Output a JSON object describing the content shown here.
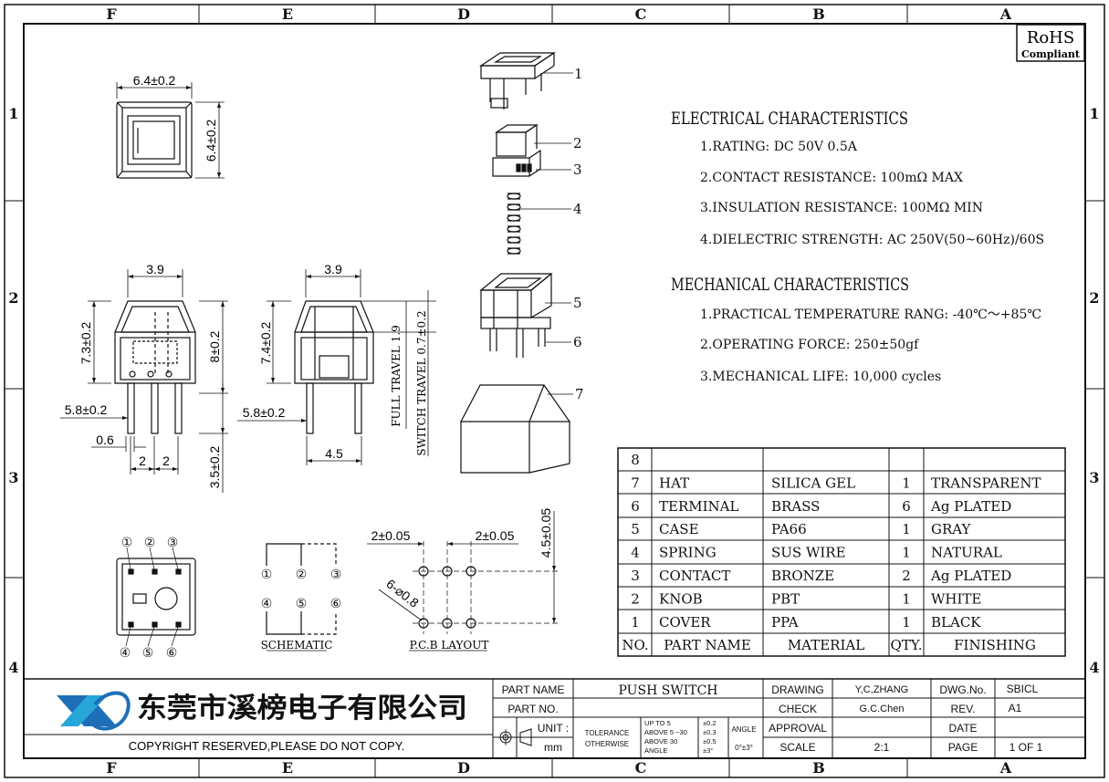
{
  "border": {
    "columns": [
      "F",
      "E",
      "D",
      "C",
      "B",
      "A"
    ],
    "rows": [
      "1",
      "2",
      "3",
      "4"
    ]
  },
  "rohs": {
    "title": "RoHS",
    "subtitle": "Compliant"
  },
  "dims": {
    "top_w": "6.4±0.2",
    "top_h": "6.4±0.2",
    "front_w": "3.9",
    "front_h_left": "7.3±0.2",
    "front_h_right": "8±0.2",
    "front_pin_w": "5.8±0.2",
    "front_pin_gap": "0.6",
    "pitch_a": "2",
    "pitch_b": "2",
    "front_pin_len": "3.5±0.2",
    "side_w": "3.9",
    "side_h": "7.4±0.2",
    "side_pin_w": "5.8±0.2",
    "side_base": "4.5",
    "full_travel": "FULL TRAVEL 1.9",
    "switch_travel": "SWITCH TRAVEL 0.7±0.2"
  },
  "explode_labels": [
    "1",
    "2",
    "3",
    "4",
    "5",
    "6",
    "7"
  ],
  "bottom_pins": [
    "①",
    "②",
    "③",
    "④",
    "⑤",
    "⑥"
  ],
  "schematic": {
    "title": "SCHEMATIC",
    "pins": [
      "①",
      "②",
      "③",
      "④",
      "⑤",
      "⑥"
    ]
  },
  "pcb": {
    "title": "P.C.B LAYOUT",
    "pitch_left": "2±0.05",
    "pitch_right": "2±0.05",
    "height": "4.5±0.05",
    "hole": "6-⌀0.8"
  },
  "electrical": {
    "heading": "ELECTRICAL CHARACTERISTICS",
    "items": [
      "1.RATING: DC 50V 0.5A",
      "2.CONTACT RESISTANCE: 100mΩ MAX",
      "3.INSULATION RESISTANCE: 100MΩ MIN",
      "4.DIELECTRIC STRENGTH: AC 250V(50~60Hz)/60S"
    ]
  },
  "mechanical": {
    "heading": "MECHANICAL CHARACTERISTICS",
    "items": [
      "1.PRACTICAL TEMPERATURE RANG: -40℃～+85℃",
      "2.OPERATING FORCE: 250±50gf",
      "3.MECHANICAL LIFE: 10,000 cycles"
    ]
  },
  "bom": {
    "headers": [
      "NO.",
      "PART NAME",
      "MATERIAL",
      "QTY.",
      "FINISHING"
    ],
    "rows": [
      [
        "8",
        "",
        "",
        "",
        ""
      ],
      [
        "7",
        "HAT",
        "SILICA GEL",
        "1",
        "TRANSPARENT"
      ],
      [
        "6",
        "TERMINAL",
        "BRASS",
        "6",
        "Ag PLATED"
      ],
      [
        "5",
        "CASE",
        "PA66",
        "1",
        "GRAY"
      ],
      [
        "4",
        "SPRING",
        "SUS WIRE",
        "1",
        "NATURAL"
      ],
      [
        "3",
        "CONTACT",
        "BRONZE",
        "2",
        "Ag PLATED"
      ],
      [
        "2",
        "KNOB",
        "PBT",
        "1",
        "WHITE"
      ],
      [
        "1",
        "COVER",
        "PPA",
        "1",
        "BLACK"
      ]
    ]
  },
  "title_block": {
    "company": "东莞市溪榜电子有限公司",
    "copyright": "COPYRIGHT RESERVED,PLEASE DO NOT COPY.",
    "part_name_label": "PART NAME",
    "part_name": "PUSH SWITCH",
    "part_no_label": "PART NO.",
    "unit_label": "UNIT :",
    "unit": "mm",
    "tolerance": "TOLERANCE",
    "otherwise": "OTHERWISE",
    "tol_rows": [
      [
        "UP TO 5",
        "±0.2"
      ],
      [
        "ABOVE 5 ~30",
        "±0.3"
      ],
      [
        "ABOVE 30",
        "±0.5"
      ],
      [
        "ANGLE",
        "±3°"
      ]
    ],
    "angle_label": "ANGLE",
    "angle_value": "0°±3°",
    "drawing_label": "DRAWING",
    "drawing": "Y,C,ZHANG",
    "check_label": "CHECK",
    "check": "G.C.Chen",
    "approval_label": "APPROVAL",
    "scale_label": "SCALE",
    "scale": "2:1",
    "dwg_label": "DWG.No.",
    "dwg": "SBICL",
    "rev_label": "REV.",
    "rev": "A1",
    "date_label": "DATE",
    "page_label": "PAGE",
    "page": "1 OF 1"
  },
  "colors": {
    "line": "#111111",
    "logo_blue": "#1e6fb8",
    "logo_cyan": "#27a7d8"
  }
}
